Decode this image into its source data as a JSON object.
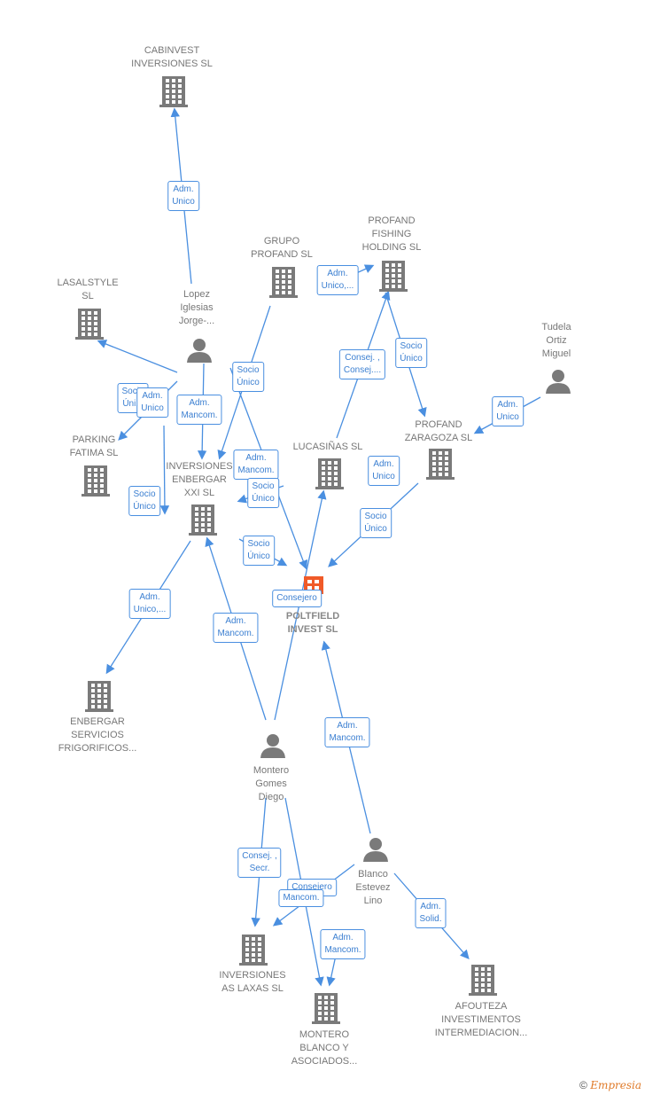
{
  "colors": {
    "edge": "#4a8fe0",
    "building": "#7a7a7a",
    "focus": "#f05a28",
    "person": "#7a7a7a"
  },
  "nodes": [
    {
      "id": "cabinvest",
      "type": "company",
      "label": "CABINVEST\nINVERSIONES SL"
    },
    {
      "id": "lopez",
      "type": "person",
      "label": "Lopez\nIglesias\nJorge-..."
    },
    {
      "id": "grupo",
      "type": "company",
      "label": "GRUPO\nPROFAND SL"
    },
    {
      "id": "profandfishing",
      "type": "company",
      "label": "PROFAND\nFISHING\nHOLDING SL"
    },
    {
      "id": "lasalstyle",
      "type": "company",
      "label": "LASALSTYLE\nSL"
    },
    {
      "id": "tudela",
      "type": "person",
      "label": "Tudela\nOrtiz\nMiguel"
    },
    {
      "id": "parking",
      "type": "company",
      "label": "PARKING\nFATIMA SL"
    },
    {
      "id": "inversiones_enbergar",
      "type": "company",
      "label": "INVERSIONES\nENBERGAR\nXXI SL"
    },
    {
      "id": "lucasinas",
      "type": "company",
      "label": "LUCASIÑAS SL"
    },
    {
      "id": "profandzaragoza",
      "type": "company",
      "label": "PROFAND\nZARAGOZA SL"
    },
    {
      "id": "poltfield",
      "type": "focus",
      "label": "POLTFIELD\nINVEST SL"
    },
    {
      "id": "enbergar_servicios",
      "type": "company",
      "label": "ENBERGAR\nSERVICIOS\nFRIGORIFICOS..."
    },
    {
      "id": "montero",
      "type": "person",
      "label": "Montero\nGomes\nDiego"
    },
    {
      "id": "blanco",
      "type": "person",
      "label": "Blanco\nEstevez\nLino"
    },
    {
      "id": "inv_aslaxas",
      "type": "company",
      "label": "INVERSIONES\nAS LAXAS SL"
    },
    {
      "id": "afouteza",
      "type": "company",
      "label": "AFOUTEZA\nINVESTIMENTOS\nINTERMEDIACION..."
    },
    {
      "id": "montero_blanco",
      "type": "company",
      "label": "MONTERO\nBLANCO Y\nASOCIADOS..."
    }
  ],
  "edges": [
    {
      "label": "Adm.\nUnico"
    },
    {
      "label": "Adm.\nUnico,..."
    },
    {
      "label": "Socio\nÚnico"
    },
    {
      "label": "Consej. ,\nConsej...."
    },
    {
      "label": "Socio\nÚnico"
    },
    {
      "label": "Socio\nÚni..."
    },
    {
      "label": "Adm.\nUnico"
    },
    {
      "label": "Adm.\nMancom."
    },
    {
      "label": "Adm.\nUnico"
    },
    {
      "label": "Adm.\nMancom."
    },
    {
      "label": "Socio\nÚnico"
    },
    {
      "label": "Socio\nÚnico"
    },
    {
      "label": "Adm.\nUnico"
    },
    {
      "label": "Socio\nÚnico"
    },
    {
      "label": "Socio\nÚnico"
    },
    {
      "label": "Consejero"
    },
    {
      "label": "Adm.\nUnico,..."
    },
    {
      "label": "Adm.\nMancom."
    },
    {
      "label": "Adm.\nMancom."
    },
    {
      "label": "Consej. ,\nSecr."
    },
    {
      "label": "Consejero"
    },
    {
      "label": "Mancom."
    },
    {
      "label": "Adm.\nMancom."
    },
    {
      "label": "Adm.\nSolid."
    }
  ],
  "footer": {
    "copyright": "©",
    "brand": "Empresia"
  }
}
